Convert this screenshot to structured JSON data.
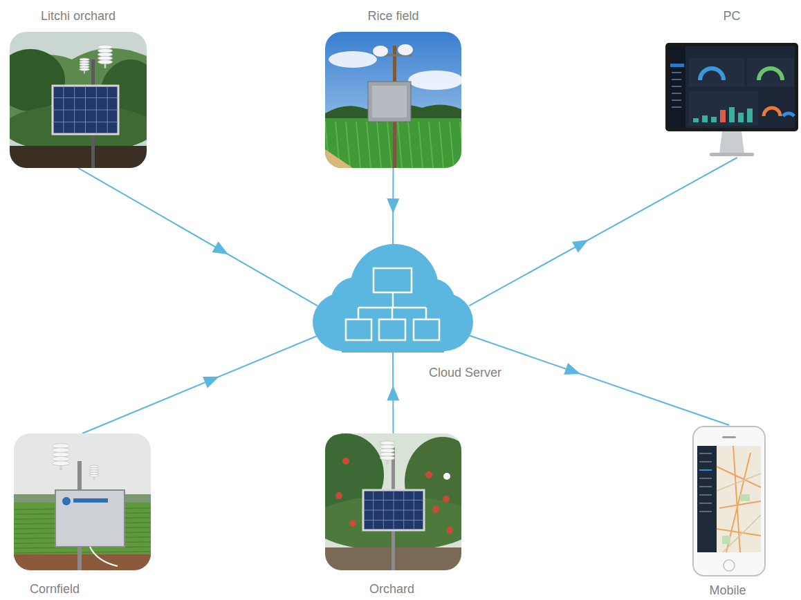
{
  "diagram": {
    "nodes": [
      {
        "text": [
          "Litchi orchard"
        ]
      },
      {
        "text": [
          "Rice field"
        ]
      },
      {
        "text": [
          "PC"
        ]
      },
      {
        "text": [
          "Cloud Server"
        ]
      },
      {
        "text": [
          "Cornfield"
        ]
      },
      {
        "text": [
          "Orchard"
        ]
      },
      {
        "text": [
          "Mobile"
        ]
      }
    ],
    "edges": [
      {
        "from": 0,
        "to": 3,
        "arrow": "to"
      },
      {
        "from": 1,
        "to": 3,
        "arrow": "to"
      },
      {
        "from": 3,
        "to": 2,
        "arrow": "to"
      },
      {
        "from": 4,
        "to": 3,
        "arrow": "to"
      },
      {
        "from": 5,
        "to": 3,
        "arrow": "to"
      },
      {
        "from": 3,
        "to": 6,
        "arrow": "to"
      }
    ]
  }
}
